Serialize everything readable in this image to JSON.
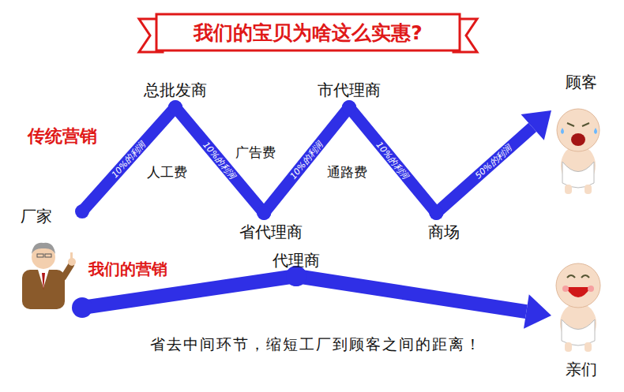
{
  "diagram": {
    "title": "我们的宝贝为啥这么实惠?",
    "caption": "省去中间环节，缩短工厂到顾客之间的距离！",
    "nodes": [
      {
        "text": [
          "厂家"
        ]
      },
      {
        "text": [
          "总批发商"
        ]
      },
      {
        "text": [
          "省代理商"
        ]
      },
      {
        "text": [
          "市代理商"
        ]
      },
      {
        "text": [
          "商场"
        ]
      },
      {
        "text": [
          "顾客"
        ]
      },
      {
        "text": [
          "代理商"
        ]
      },
      {
        "text": [
          "亲们"
        ]
      }
    ],
    "edges": [
      {
        "from": 0,
        "to": 1,
        "label": "10%的利润",
        "arrow": "none"
      },
      {
        "from": 1,
        "to": 2,
        "label": "10%的利润",
        "arrow": "none"
      },
      {
        "from": 2,
        "to": 3,
        "label": "10%的利润",
        "arrow": "none"
      },
      {
        "from": 3,
        "to": 4,
        "label": "10%的利润",
        "arrow": "none"
      },
      {
        "from": 4,
        "to": 5,
        "label": "50%的利润",
        "arrow": "to"
      },
      {
        "from": 0,
        "to": 6,
        "arrow": "none"
      },
      {
        "from": 6,
        "to": 7,
        "arrow": "to"
      }
    ],
    "labels": [
      "传统营销",
      "人工费",
      "广告费",
      "通路费",
      "我们的营销"
    ]
  }
}
